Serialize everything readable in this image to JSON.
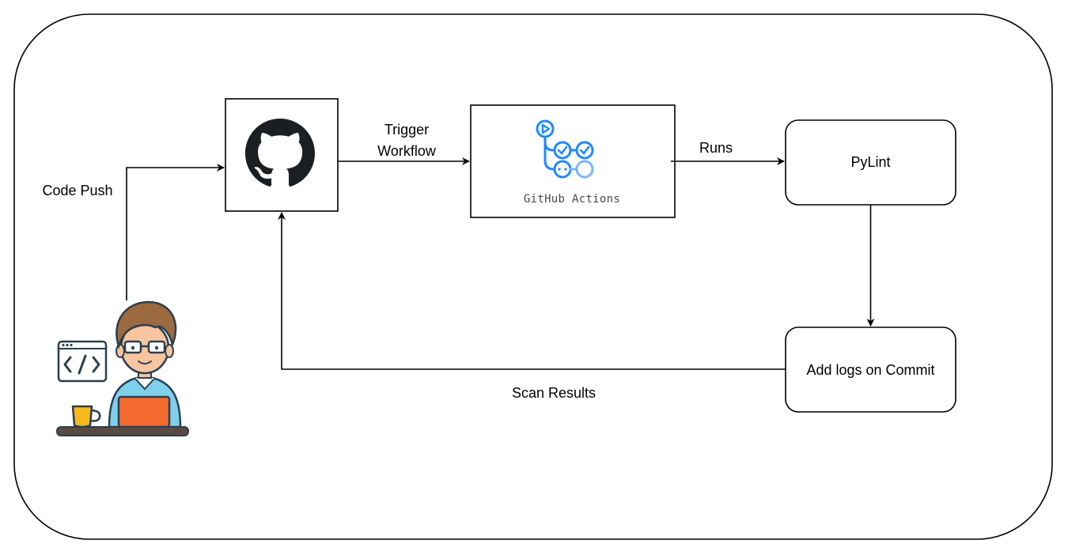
{
  "nodes": {
    "github": {
      "name": "GitHub"
    },
    "actions": {
      "caption": "GitHub Actions"
    },
    "pylint": {
      "label": "PyLint"
    },
    "logs": {
      "label": "Add logs on Commit"
    }
  },
  "edges": {
    "code_push": "Code Push",
    "trigger_line1": "Trigger",
    "trigger_line2": "Workflow",
    "runs": "Runs",
    "scan_results": "Scan Results"
  },
  "colors": {
    "stroke": "#000000",
    "actions_blue": "#2088ff",
    "actions_light_blue": "#79b8ff",
    "github_dark": "#1b1f23"
  },
  "icons": {
    "developer": "developer-at-laptop-icon",
    "github": "github-octocat-icon",
    "actions": "github-actions-icon"
  }
}
